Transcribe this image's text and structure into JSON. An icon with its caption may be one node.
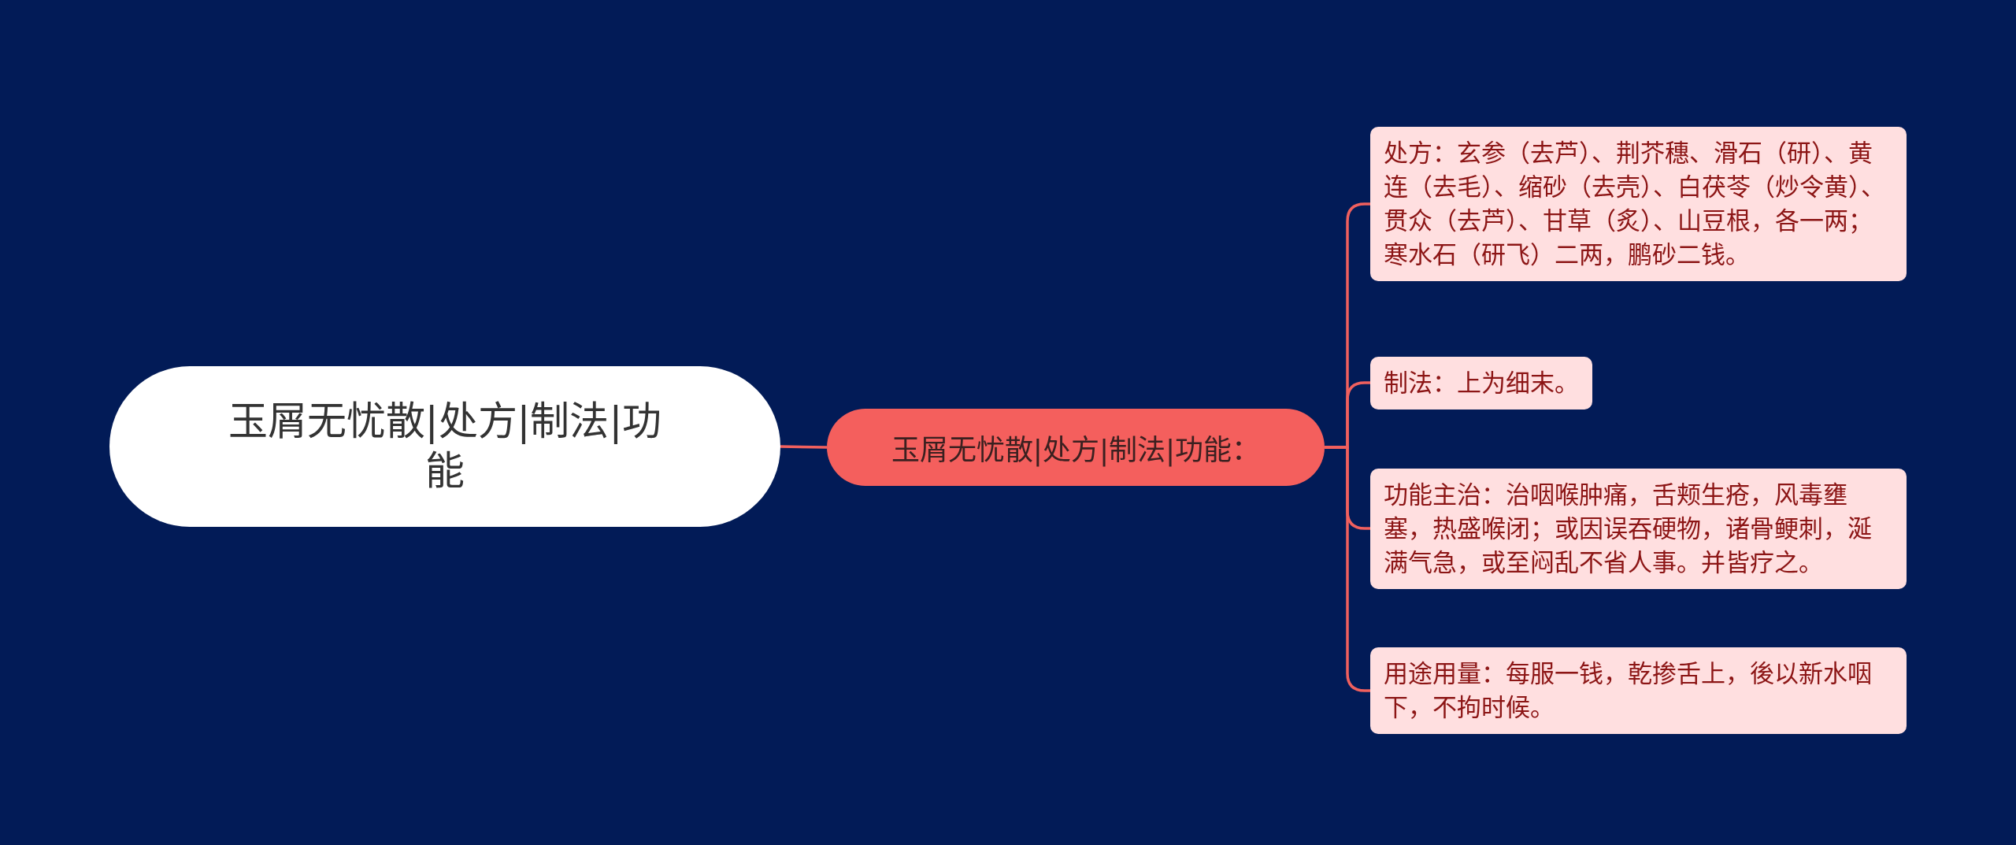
{
  "diagram": {
    "nodes": [
      {
        "text": [
          "玉屑无忧散|处方|制法|功能"
        ]
      },
      {
        "text": [
          "玉屑无忧散|处方|制法|功能："
        ]
      },
      {
        "text": [
          "处方：玄参（去芦）、荆芥穗、滑石（研）、黄连（去毛）、缩砂（去壳）、白茯苓（炒令黄）、贯众（去芦）、甘草（炙）、山豆根，各一两；寒水石（研飞）二两，鹏砂二钱。"
        ]
      },
      {
        "text": [
          "制法：上为细末。"
        ]
      },
      {
        "text": [
          "功能主治：治咽喉肿痛，舌颊生疮，风毒壅塞，热盛喉闭；或因误吞硬物，诸骨鲠刺，涎满气急，或至闷乱不省人事。并皆疗之。"
        ]
      },
      {
        "text": [
          "用途用量：每服一钱，乾掺舌上，後以新水咽下，不拘时候。"
        ]
      }
    ],
    "edges": [
      {
        "from": 0,
        "to": 1,
        "arrow": "none"
      },
      {
        "from": 1,
        "to": 2,
        "arrow": "none"
      },
      {
        "from": 1,
        "to": 3,
        "arrow": "none"
      },
      {
        "from": 1,
        "to": 4,
        "arrow": "none"
      },
      {
        "from": 1,
        "to": 5,
        "arrow": "none"
      }
    ]
  }
}
